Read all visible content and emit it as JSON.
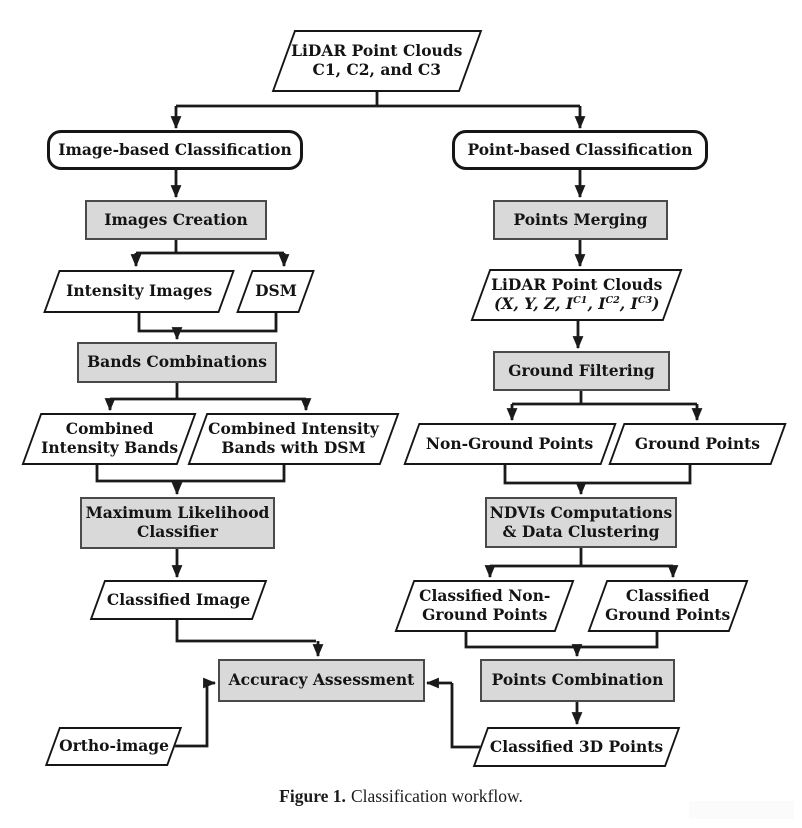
{
  "figure_caption": {
    "label": "Figure 1.",
    "text": "Classification workflow."
  },
  "colors": {
    "process_fill": "#d9d9d9",
    "shape_fill": "#ffffff",
    "line": "#1a1a1a"
  },
  "nodes": {
    "lidar_clouds": {
      "line1": "LiDAR Point Clouds",
      "line2": "C1, C2, and C3"
    },
    "image_based": "Image-based Classification",
    "point_based": "Point-based Classification",
    "images_creation": "Images Creation",
    "points_merging": "Points Merging",
    "intensity_images": "Intensity Images",
    "dsm": "DSM",
    "lidar_merged": {
      "line1": "LiDAR Point Clouds",
      "l2_a": "(X, Y, Z, I",
      "sup1": "C1",
      "l2_b": ", I",
      "sup2": "C2",
      "l2_c": ", I",
      "sup3": "C3",
      "l2_d": ")"
    },
    "bands_combinations": "Bands Combinations",
    "ground_filtering": "Ground Filtering",
    "combined_bands": {
      "line1": "Combined",
      "line2": "Intensity Bands"
    },
    "combined_bands_dsm": {
      "line1": "Combined Intensity",
      "line2": "Bands with DSM"
    },
    "non_ground_points": "Non-Ground Points",
    "ground_points": "Ground Points",
    "max_likelihood": {
      "line1": "Maximum Likelihood",
      "line2": "Classifier"
    },
    "ndvi_clustering": {
      "line1": "NDVIs Computations",
      "line2": "& Data Clustering"
    },
    "classified_image": "Classified Image",
    "classified_non_ground": {
      "line1": "Classified Non-",
      "line2": "Ground Points"
    },
    "classified_ground": {
      "line1": "Classified",
      "line2": "Ground Points"
    },
    "accuracy_assessment": "Accuracy Assessment",
    "points_combination": "Points Combination",
    "ortho_image": "Ortho-image",
    "classified_3d": "Classified 3D Points"
  }
}
